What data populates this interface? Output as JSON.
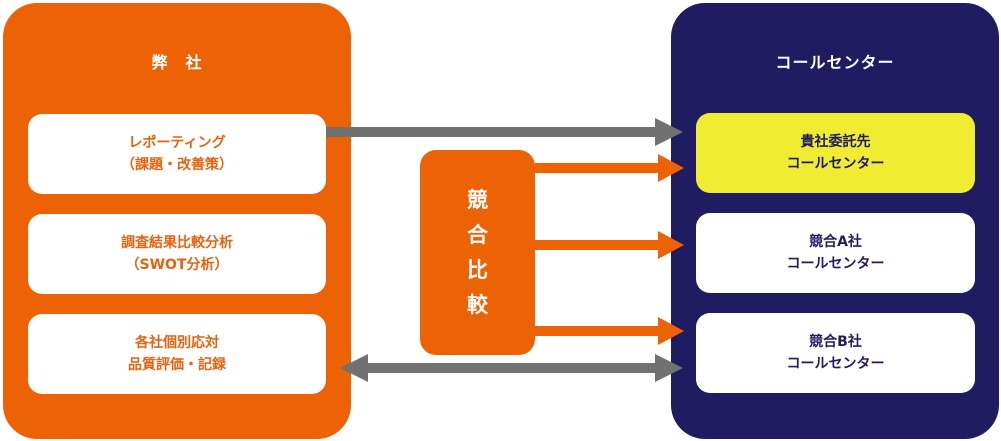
{
  "left_panel": {
    "title": "弊　社",
    "items": [
      {
        "line1": "レポーティング",
        "line2": "（課題・改善策）"
      },
      {
        "line1": "調査結果比較分析",
        "line2": "（SWOT分析）"
      },
      {
        "line1": "各社個別応対",
        "line2": "品質評価・記録"
      }
    ]
  },
  "right_panel": {
    "title": "コールセンター",
    "items": [
      {
        "line1": "貴社委託先",
        "line2": "コールセンター"
      },
      {
        "line1": "競合A社",
        "line2": "コールセンター"
      },
      {
        "line1": "競合B社",
        "line2": "コールセンター"
      }
    ]
  },
  "center": {
    "chars": [
      "競",
      "合",
      "比",
      "較"
    ]
  },
  "colors": {
    "orange": "#ec6205",
    "navy": "#201c61",
    "highlight_yellow": "#f0ec32",
    "arrow_gray": "#717171",
    "white": "#ffffff"
  }
}
